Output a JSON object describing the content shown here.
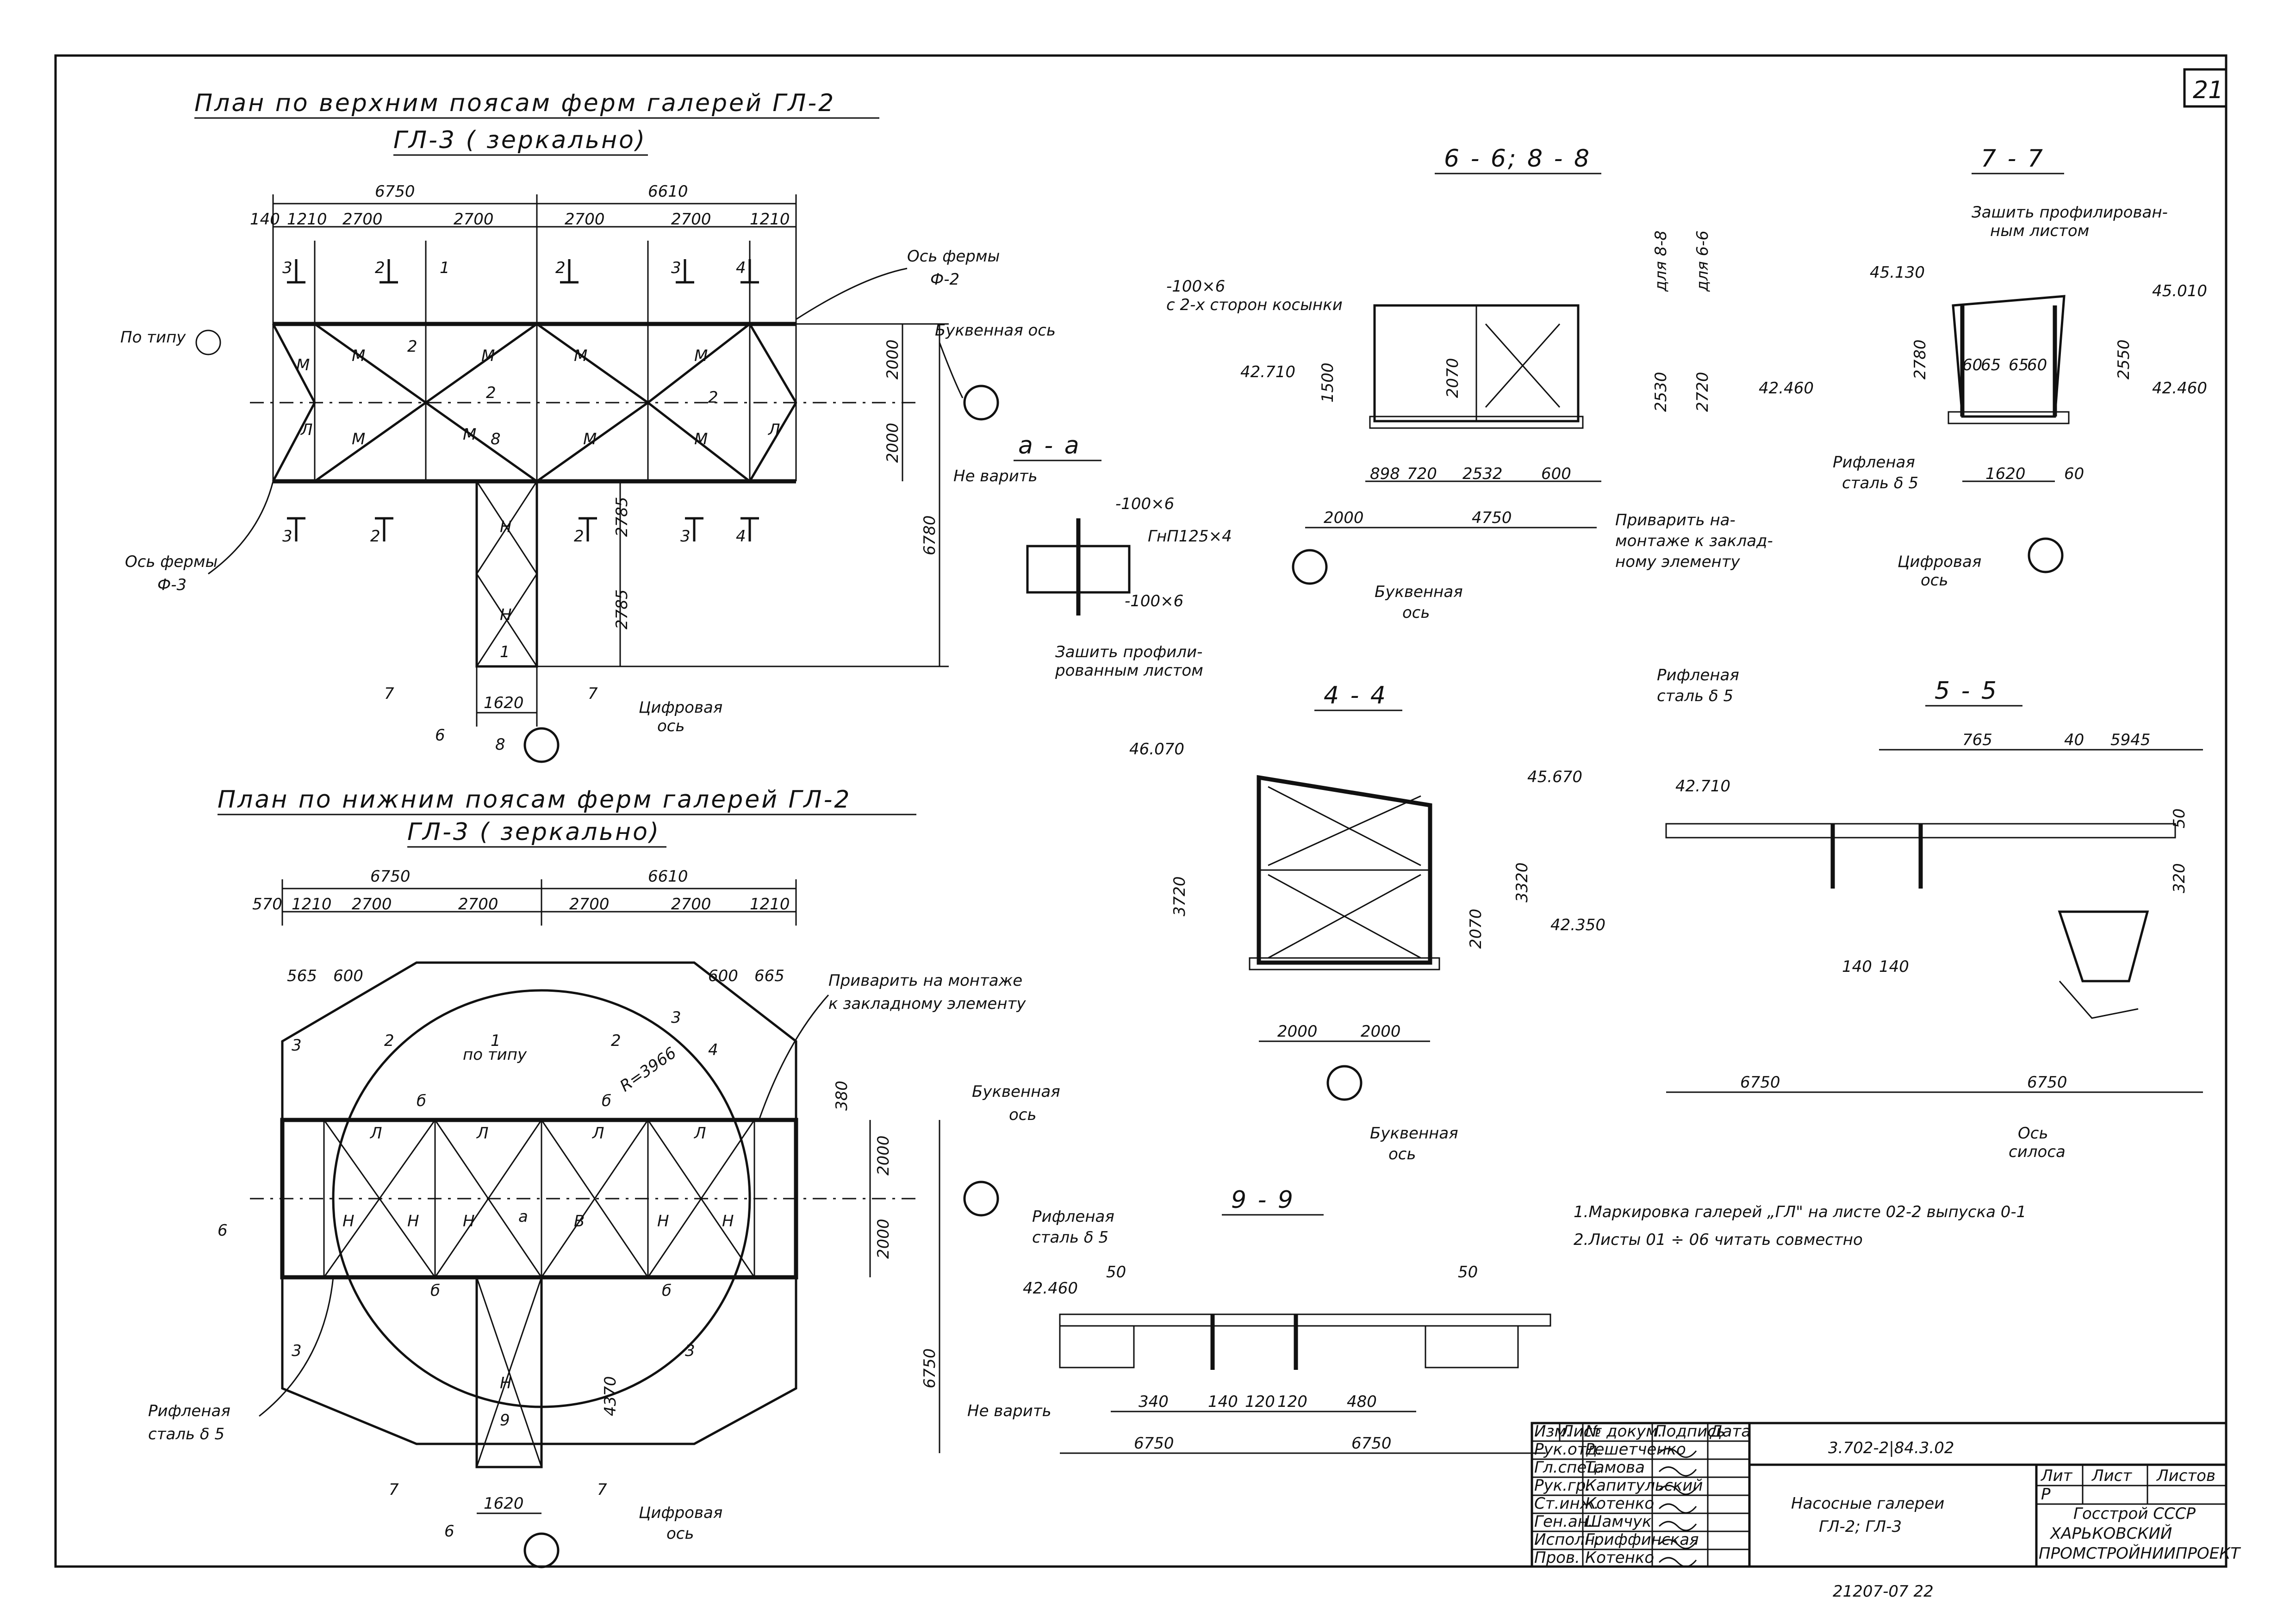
{
  "sheet": {
    "number": "21",
    "bottom_number": "21207-07  22"
  },
  "plan_top": {
    "title": "План по верхним поясам ферм галерей ГЛ-2",
    "subtitle": "ГЛ-3 ( зеркально)",
    "dims_top": [
      "6750",
      "6610"
    ],
    "dims_sub": [
      "140",
      "1210",
      "2700",
      "2700",
      "2700",
      "2700",
      "1210"
    ],
    "dims_right": [
      "2000",
      "2000",
      "6780"
    ],
    "dims_stem": [
      "2785",
      "2785"
    ],
    "dim_bottom": "1620",
    "label_po_tipu": "По типу",
    "axis_truss_f2": "Ось фермы",
    "axis_truss_f2_sub": "Ф-2",
    "axis_truss_f3": "Ось фермы",
    "axis_truss_f3_sub": "Ф-3",
    "axis_letter": "Буквенная ось",
    "axis_digit": "Цифровая",
    "axis_digit_sub": "ось"
  },
  "plan_bottom": {
    "title": "План по нижним поясам ферм галерей ГЛ-2",
    "subtitle": "ГЛ-3 ( зеркально)",
    "dims_top": [
      "6750",
      "6610"
    ],
    "dims_sub": [
      "570",
      "1210",
      "2700",
      "2700",
      "2700",
      "2700",
      "1210"
    ],
    "dims_inner": [
      "565",
      "600",
      "600",
      "665"
    ],
    "dims_right": [
      "380",
      "2000",
      "2000",
      "6750"
    ],
    "dim_radius": "R=3966",
    "dim_stem": "4370",
    "dim_bottom": "1620",
    "note_weld": "Приварить на монтаже",
    "note_weld_2": "к закладному элементу",
    "axis_letter": "Буквенная",
    "axis_letter_sub": "ось",
    "axis_digit": "Цифровая",
    "axis_digit_sub": "ось",
    "steel_note": "Рифленая",
    "steel_note_2": "сталь δ 5",
    "label_po_tipu": "по типу"
  },
  "section_aa": {
    "title": "а - а",
    "note": "Не варить",
    "plate1": "-100×6",
    "plate2": "-100×6",
    "profile": "ГнП125×4"
  },
  "section_66": {
    "title": "6 - 6; 8 - 8",
    "plate": "-100×6",
    "plate_note": "с 2-х сторон косынки",
    "elev1": "42.710",
    "elev2": "42.460",
    "dims_v": [
      "1500",
      "2070",
      "2530",
      "2720"
    ],
    "dims_h": [
      "898",
      "720",
      "2532",
      "600"
    ],
    "dims_bottom": [
      "2000",
      "4750"
    ],
    "lbl_88": "для 8-8",
    "lbl_66": "для 6-6",
    "note_weld": "Приварить на-",
    "note_weld_2": "монтаже к заклад-",
    "note_weld_3": "ному элементу",
    "axis_letter": "Буквенная",
    "axis_letter_sub": "ось"
  },
  "section_77": {
    "title": "7 - 7",
    "note": "Зашить профилирован-",
    "note_2": "ным листом",
    "elev1": "45.130",
    "elev2": "45.010",
    "elev3": "42.460",
    "dims_v": [
      "2780",
      "2550"
    ],
    "dims_small": [
      "60",
      "65",
      "65",
      "60"
    ],
    "dims_h": [
      "1620",
      "60"
    ],
    "steel_note": "Рифленая",
    "steel_note_2": "сталь δ 5",
    "axis_digit": "Цифровая",
    "axis_digit_sub": "ось"
  },
  "section_44": {
    "title": "4 - 4",
    "note": "Зашить профили-",
    "note_2": "рованным листом",
    "elev1": "46.070",
    "elev2": "45.670",
    "elev3": "42.350",
    "dims_v": [
      "3720",
      "3320",
      "2070"
    ],
    "dims_h": [
      "2000",
      "2000"
    ],
    "axis_letter": "Буквенная",
    "axis_letter_sub": "ось"
  },
  "section_55": {
    "title": "5 - 5",
    "steel_note": "Рифленая",
    "steel_note_2": "сталь δ 5",
    "elev1": "42.710",
    "dims_top": [
      "765",
      "40",
      "5945"
    ],
    "dims_v": [
      "50",
      "320"
    ],
    "dims_h": [
      "140",
      "140"
    ],
    "dims_bottom": [
      "6750",
      "6750"
    ],
    "axis": "Ось",
    "axis_sub": "силоса"
  },
  "section_99": {
    "title": "9 - 9",
    "steel_note": "Рифленая",
    "steel_note_2": "сталь δ 5",
    "elev1": "42.460",
    "dims_top": [
      "50",
      "50"
    ],
    "dims_h": [
      "340",
      "140",
      "120",
      "120",
      "480"
    ],
    "dims_bottom": [
      "6750",
      "6750"
    ],
    "note": "Не варить"
  },
  "notes": {
    "line1": "1.Маркировка галерей „ГЛ\" на листе 02-2 выпуска 0-1",
    "line2": "2.Листы   01 ÷ 06   читать совместно"
  },
  "title_block": {
    "code": "3.702-2|84.3.02",
    "name_1": "Насосные галереи",
    "name_2": "ГЛ-2;  ГЛ-3",
    "head": [
      "Изм.",
      "Лист",
      "№ докум.",
      "Подпись",
      "Дата"
    ],
    "roles": [
      "Рук.отд.",
      "Гл.спец.",
      "Рук.гр.",
      "Ст.инж.",
      "Ген.ан.",
      "Исполн.",
      "Пров."
    ],
    "people": [
      "Решетченко",
      "Тамова",
      "Капитульский",
      "Котенко",
      "Шамчук",
      "Гриффинская",
      "Котенко"
    ],
    "col_lit": "Лит",
    "col_sheet": "Лист",
    "col_sheets": "Листов",
    "lit_val": "Р",
    "org_1": "Госстрой СССР",
    "org_2": "ХАРЬКОВСКИЙ",
    "org_3": "ПРОМСТРОЙНИИПРОЕКТ"
  }
}
